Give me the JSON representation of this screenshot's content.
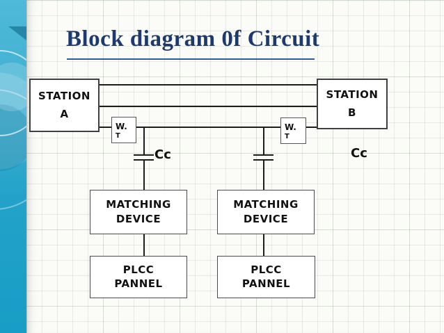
{
  "slide": {
    "title": "Block diagram 0f Circuit"
  },
  "colors": {
    "title_navy": "#1e3a6d",
    "underline_blue": "#2e5aa0",
    "sidebar_teal_top": "#4fb9d8",
    "sidebar_teal_bottom": "#189dc6",
    "box_border": "#3f3f3f",
    "line_black": "#1c1c1c",
    "paper": "#fbfbf7"
  },
  "diagram": {
    "station_a": {
      "name": "STATION",
      "id": "A"
    },
    "station_b": {
      "name": "STATION",
      "id": "B"
    },
    "wave_trap_a": {
      "line1": "W.",
      "line2": "T"
    },
    "wave_trap_b": {
      "line1": "W.",
      "line2": "T"
    },
    "coupling_capacitor_a": {
      "label": "Cc"
    },
    "coupling_capacitor_b": {
      "label": "Cc"
    },
    "matching_device_a": {
      "line1": "MATCHING",
      "line2": "DEVICE"
    },
    "matching_device_b": {
      "line1": "MATCHING",
      "line2": "DEVICE"
    },
    "plcc_pannel_a": {
      "line1": "PLCC",
      "line2": "PANNEL"
    },
    "plcc_pannel_b": {
      "line1": "PLCC",
      "line2": "PANNEL"
    }
  }
}
